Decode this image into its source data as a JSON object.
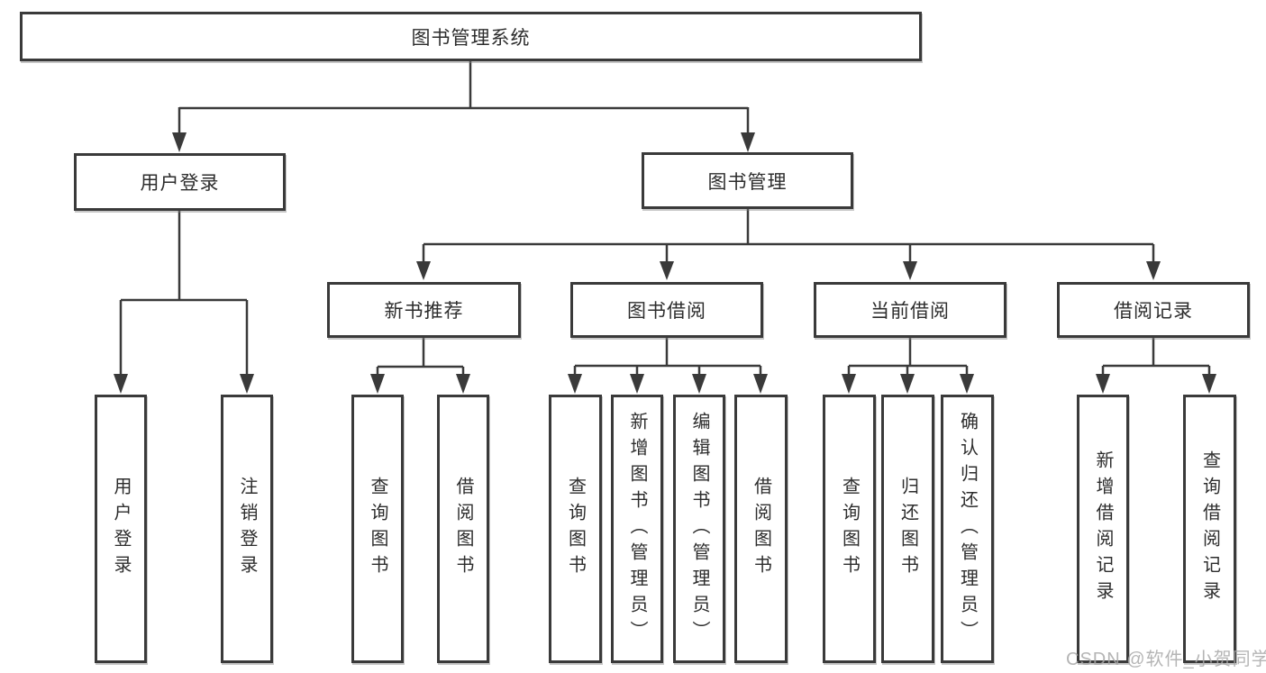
{
  "diagram": {
    "type": "hierarchy-tree",
    "root": {
      "label": "图书管理系统"
    },
    "branches": [
      {
        "label": "用户登录",
        "children": [
          {
            "label": "用户登录"
          },
          {
            "label": "注销登录"
          }
        ]
      },
      {
        "label": "图书管理",
        "children": [
          {
            "label": "新书推荐",
            "children": [
              {
                "label": "查询图书"
              },
              {
                "label": "借阅图书"
              }
            ]
          },
          {
            "label": "图书借阅",
            "children": [
              {
                "label": "查询图书"
              },
              {
                "label": "新增图书（管理员）"
              },
              {
                "label": "编辑图书（管理员）"
              },
              {
                "label": "借阅图书"
              }
            ]
          },
          {
            "label": "当前借阅",
            "children": [
              {
                "label": "查询图书"
              },
              {
                "label": "归还图书"
              },
              {
                "label": "确认归还（管理员）"
              }
            ]
          },
          {
            "label": "借阅记录",
            "children": [
              {
                "label": "新增借阅记录"
              },
              {
                "label": "查询借阅记录"
              }
            ]
          }
        ]
      }
    ],
    "colors": {
      "line": "#3a3a3a",
      "box_border": "#3a3a3a",
      "box_background": "#ffffff",
      "text": "#2d2d2d",
      "watermark": "#a8a8a8"
    }
  },
  "watermark": {
    "text": "CSDN @软件_小贺同学"
  }
}
